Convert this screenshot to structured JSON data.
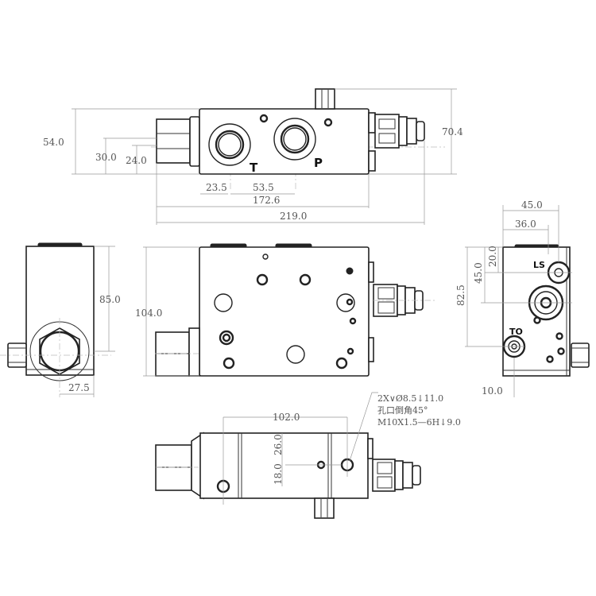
{
  "drawing": {
    "title": "Hydraulic valve block — multi-view dimensioned drawing",
    "units": "mm",
    "line_color": "#222222",
    "dim_color": "#555555"
  },
  "top_view": {
    "port_labels": {
      "t": "T",
      "p": "P"
    },
    "dims": {
      "height_overall": "54.0",
      "height_30": "30.0",
      "height_24": "24.0",
      "height_right": "70.4",
      "x_23_5": "23.5",
      "x_53_5": "53.5",
      "x_172_6": "172.6",
      "x_219": "219.0"
    }
  },
  "left_view": {
    "dims": {
      "height_85": "85.0",
      "width_27_5": "27.5"
    }
  },
  "front_view": {
    "dims": {
      "height_104": "104.0"
    }
  },
  "right_view": {
    "port_labels": {
      "ls": "LS",
      "to": "TO"
    },
    "dims": {
      "width_45": "45.0",
      "width_36": "36.0",
      "height_20": "20.0",
      "height_45": "45.0",
      "height_82_5": "82.5",
      "offset_10": "10.0"
    }
  },
  "bottom_view": {
    "dims": {
      "width_102": "102.0",
      "height_26": "26.0",
      "height_18": "18.0"
    },
    "note": {
      "line1": "2X∨Ø8.5↓11.0",
      "line2": "孔口倒角45°",
      "line3": "M10X1.5—6H↓9.0"
    }
  }
}
